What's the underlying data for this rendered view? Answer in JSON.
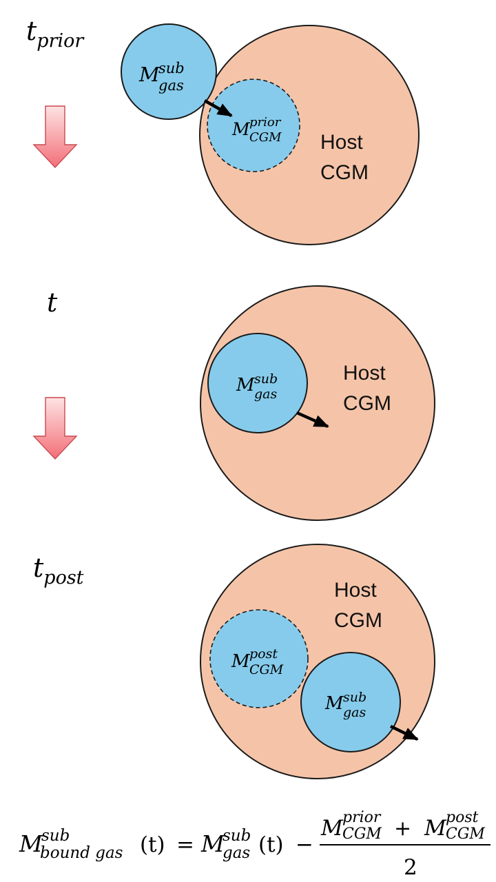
{
  "colors": {
    "host": "#f5c4a8",
    "sub": "#86cbeb",
    "stroke": "#1a1a1a",
    "arrow_top": "#fde3e3",
    "arrow_bottom": "#f36f78"
  },
  "panels": {
    "prior": {
      "time": {
        "base": "t",
        "sub": "prior"
      },
      "host_label": [
        "Host",
        "CGM"
      ],
      "sub_mass": {
        "base": "M",
        "sup": "sub",
        "sub": "gas"
      },
      "cgm_mass": {
        "base": "M",
        "sup": "prior",
        "sub": "CGM"
      }
    },
    "now": {
      "time": {
        "base": "t"
      },
      "host_label": [
        "Host",
        "CGM"
      ],
      "sub_mass": {
        "base": "M",
        "sup": "sub",
        "sub": "gas"
      }
    },
    "post": {
      "time": {
        "base": "t",
        "sub": "post"
      },
      "host_label": [
        "Host",
        "CGM"
      ],
      "sub_mass": {
        "base": "M",
        "sup": "sub",
        "sub": "gas"
      },
      "cgm_mass": {
        "base": "M",
        "sup": "post",
        "sub": "CGM"
      }
    }
  },
  "equation": {
    "lhs": {
      "base": "M",
      "sup": "sub",
      "sub": "bound gas",
      "arg": "(t)"
    },
    "equals": "=",
    "term1": {
      "base": "M",
      "sup": "sub",
      "sub": "gas",
      "arg": "(t)"
    },
    "minus": "−",
    "numerator_a": {
      "base": "M",
      "sup": "prior",
      "sub": "CGM"
    },
    "plus": "+",
    "numerator_b": {
      "base": "M",
      "sup": "post",
      "sub": "CGM"
    },
    "denominator": "2"
  }
}
